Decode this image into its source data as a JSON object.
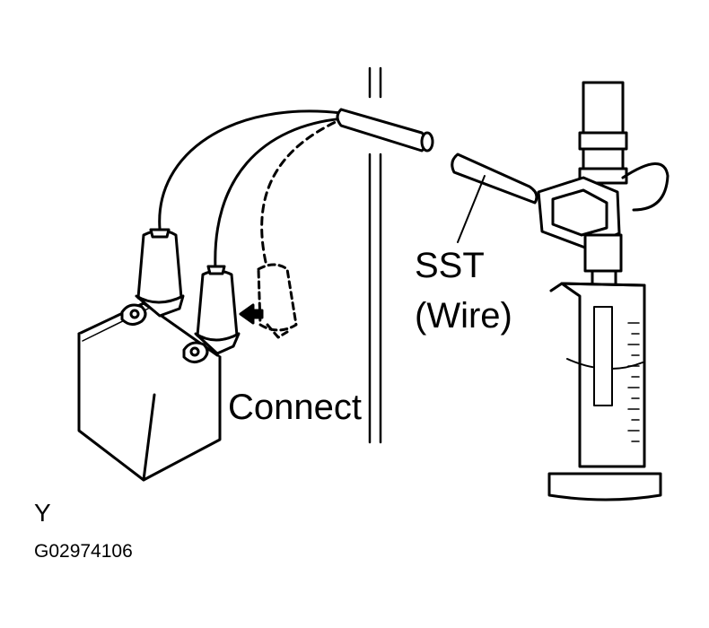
{
  "labels": {
    "connect": "Connect",
    "sst": "SST",
    "wire": "(Wire)",
    "corner_mark": "Y",
    "figure_code": "G02974106"
  },
  "colors": {
    "stroke": "#000000",
    "fill": "#ffffff"
  }
}
